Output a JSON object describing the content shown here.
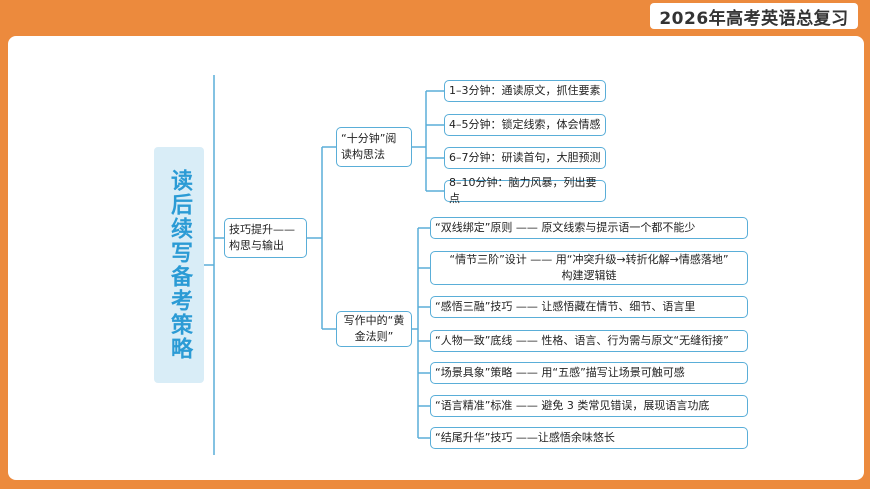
{
  "header": {
    "badge": "2026年高考英语总复习"
  },
  "title": "读后续写备考策略",
  "level1": {
    "label": "技巧提升——构思与输出"
  },
  "level2": [
    {
      "label": "“十分钟”阅读构思法"
    },
    {
      "label": "写作中的“黄金法则”"
    }
  ],
  "ten_minute_steps": [
    "1–3分钟：通读原文，抓住要素",
    "4–5分钟：锁定线索，体会情感",
    "6–7分钟：研读首句，大胆预测",
    "8–10分钟：脑力风暴，列出要点"
  ],
  "golden_rules": [
    {
      "line1": "“双线绑定”原则 —— 原文线索与提示语一个都不能少",
      "line2": ""
    },
    {
      "line1": "“情节三阶”设计 —— 用“冲突升级→转折化解→情感落地”",
      "line2": "构建逻辑链"
    },
    {
      "line1": "“感悟三融”技巧 —— 让感悟藏在情节、细节、语言里",
      "line2": ""
    },
    {
      "line1": "“人物一致”底线 —— 性格、语言、行为需与原文“无缝衔接”",
      "line2": ""
    },
    {
      "line1": "“场景具象”策略 —— 用“五感”描写让场景可触可感",
      "line2": ""
    },
    {
      "line1": "“语言精准”标准 —— 避免 3 类常见错误，展现语言功底",
      "line2": ""
    },
    {
      "line1": "“结尾升华”技巧 ——让感悟余味悠长",
      "line2": ""
    }
  ],
  "colors": {
    "background": "#ec8a3d",
    "accent": "#2b9bd5",
    "title_bg": "#d9edf7",
    "border": "#5aaed8"
  }
}
